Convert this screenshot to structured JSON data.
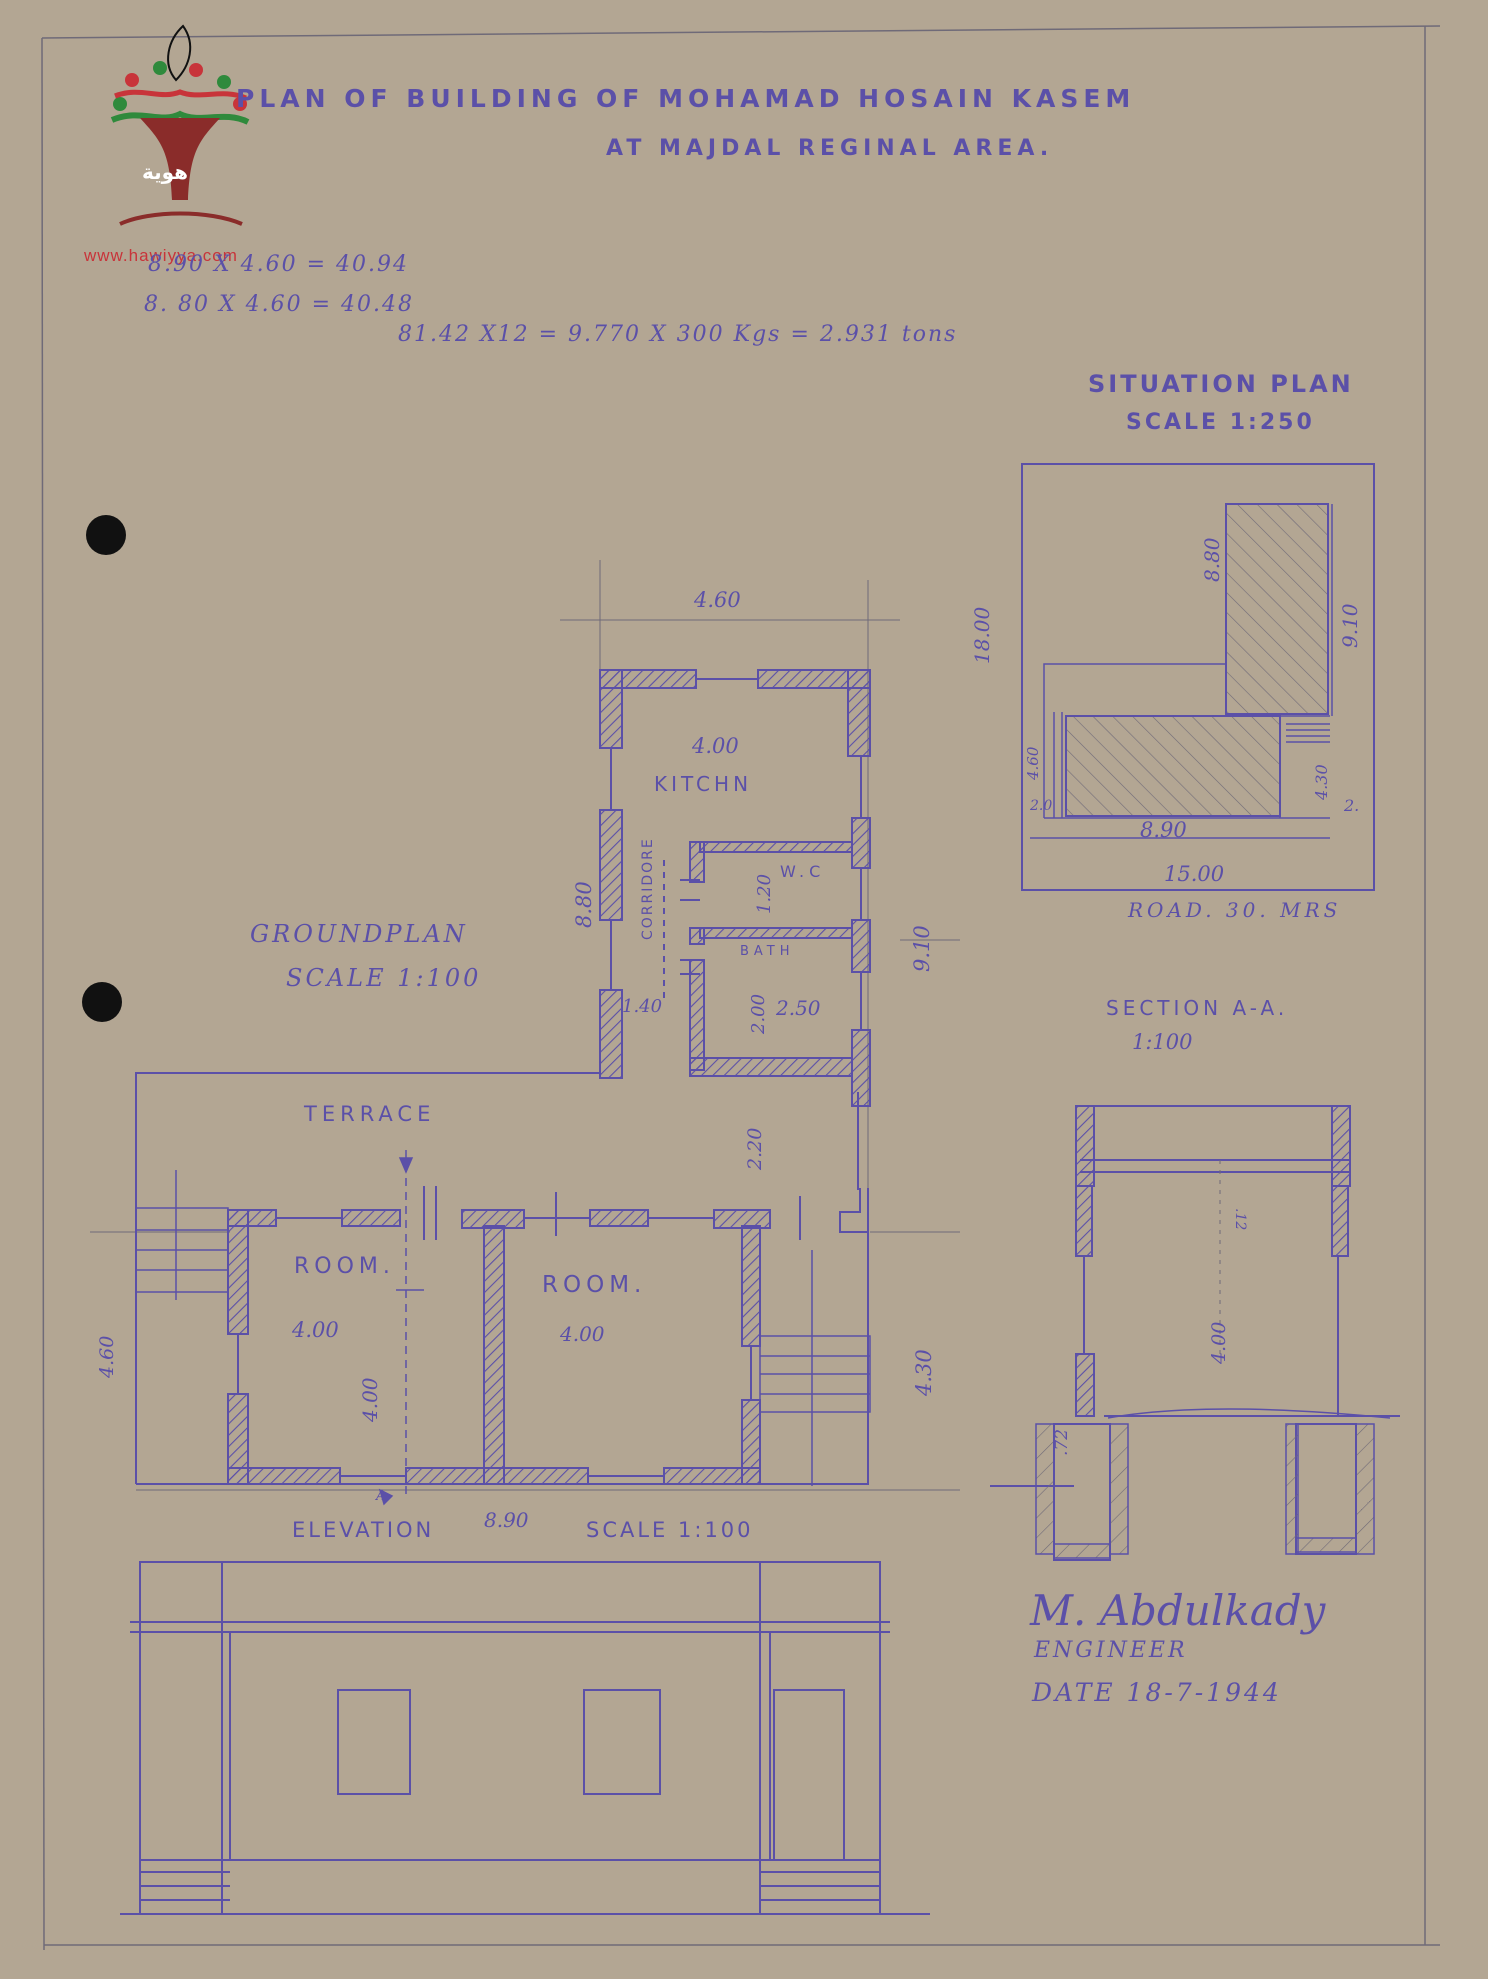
{
  "colors": {
    "paper": "#b3a693",
    "ink": "#5b50a8",
    "pencil": "#6f6a78",
    "hole": "#111111",
    "logo_red": "#c8343a",
    "logo_green": "#2f8a3c",
    "logo_trunk": "#8a2c2a"
  },
  "title": {
    "line1": "PLAN OF BUILDING OF MOHAMAD HOSAIN KASEM",
    "line2": "AT MAJDAL REGINAL AREA."
  },
  "logo": {
    "url": "www.hawiyya.com",
    "glyph": "هوية"
  },
  "calculations": {
    "line1": "8.90 X 4.60 = 40.94",
    "line2": "8. 80 X 4.60 = 40.48",
    "line3": "81.42 X12 = 9.770 X 300 Kgs = 2.931 tons"
  },
  "situation_plan": {
    "title": "SITUATION PLAN",
    "scale": "SCALE 1:250",
    "dims": {
      "d1800": "18.00",
      "d880": "8.80",
      "d910": "9.10",
      "d460": "4.60",
      "d430": "4.30",
      "d20a": "2.0",
      "d20b": "2.",
      "d890": "8.90",
      "d1500": "15.00"
    },
    "road": "ROAD. 30. MRS"
  },
  "ground_plan": {
    "title": "GROUNDPLAN",
    "scale": "SCALE 1:100",
    "labels": {
      "d460_top": "4.60",
      "kitchen_dim": "4.00",
      "kitchen": "KITCHN",
      "d880": "8.80",
      "corridor": "CORRIDORE",
      "wc": "W.C",
      "wc_dim": "1.20",
      "bath": "BATH",
      "bath_dim": "2.00",
      "bath_w": "2.50",
      "corr_w": "1.40",
      "d910": "9.10",
      "terrace": "TERRACE",
      "d220": "2.20",
      "room1": "ROOM.",
      "room1_dim": "4.00",
      "room1_dim_v": "4.00",
      "room2": "ROOM.",
      "room2_dim": "4.00",
      "d460_left": "4.60",
      "d430_right": "4.30",
      "section_mark": "A"
    }
  },
  "elevation": {
    "title": "ELEVATION",
    "width": "8.90",
    "scale": "SCALE 1:100"
  },
  "section": {
    "title": "SECTION A-A.",
    "scale": "1:100",
    "height": "4.00",
    "d72": ".72",
    "d12": ".12"
  },
  "signature": {
    "name": "M. Abdulkady",
    "role": "ENGINEER",
    "date": "DATE 18-7-1944"
  }
}
